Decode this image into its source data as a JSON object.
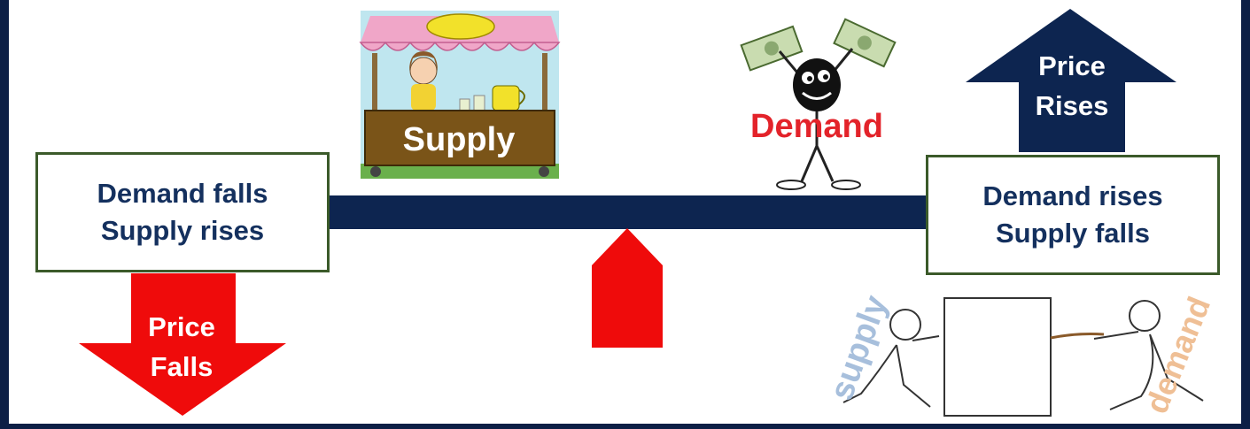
{
  "left_box": {
    "line1": "Demand falls",
    "line2": "Supply rises"
  },
  "right_box": {
    "line1": "Demand rises",
    "line2": "Supply falls"
  },
  "down_arrow": {
    "line1": "Price",
    "line2": "Falls"
  },
  "up_arrow": {
    "line1": "Price",
    "line2": "Rises"
  },
  "stall": {
    "label": "Supply"
  },
  "demand_figure": {
    "label": "Demand"
  },
  "tug": {
    "supply_label": "supply",
    "demand_label": "demand"
  },
  "colors": {
    "navy": "#0d2550",
    "red": "#ef0b0b",
    "text_navy": "#14305e",
    "box_border": "#3b5a2a",
    "demand_red": "#e3232a",
    "stall_brown": "#7a5418"
  }
}
